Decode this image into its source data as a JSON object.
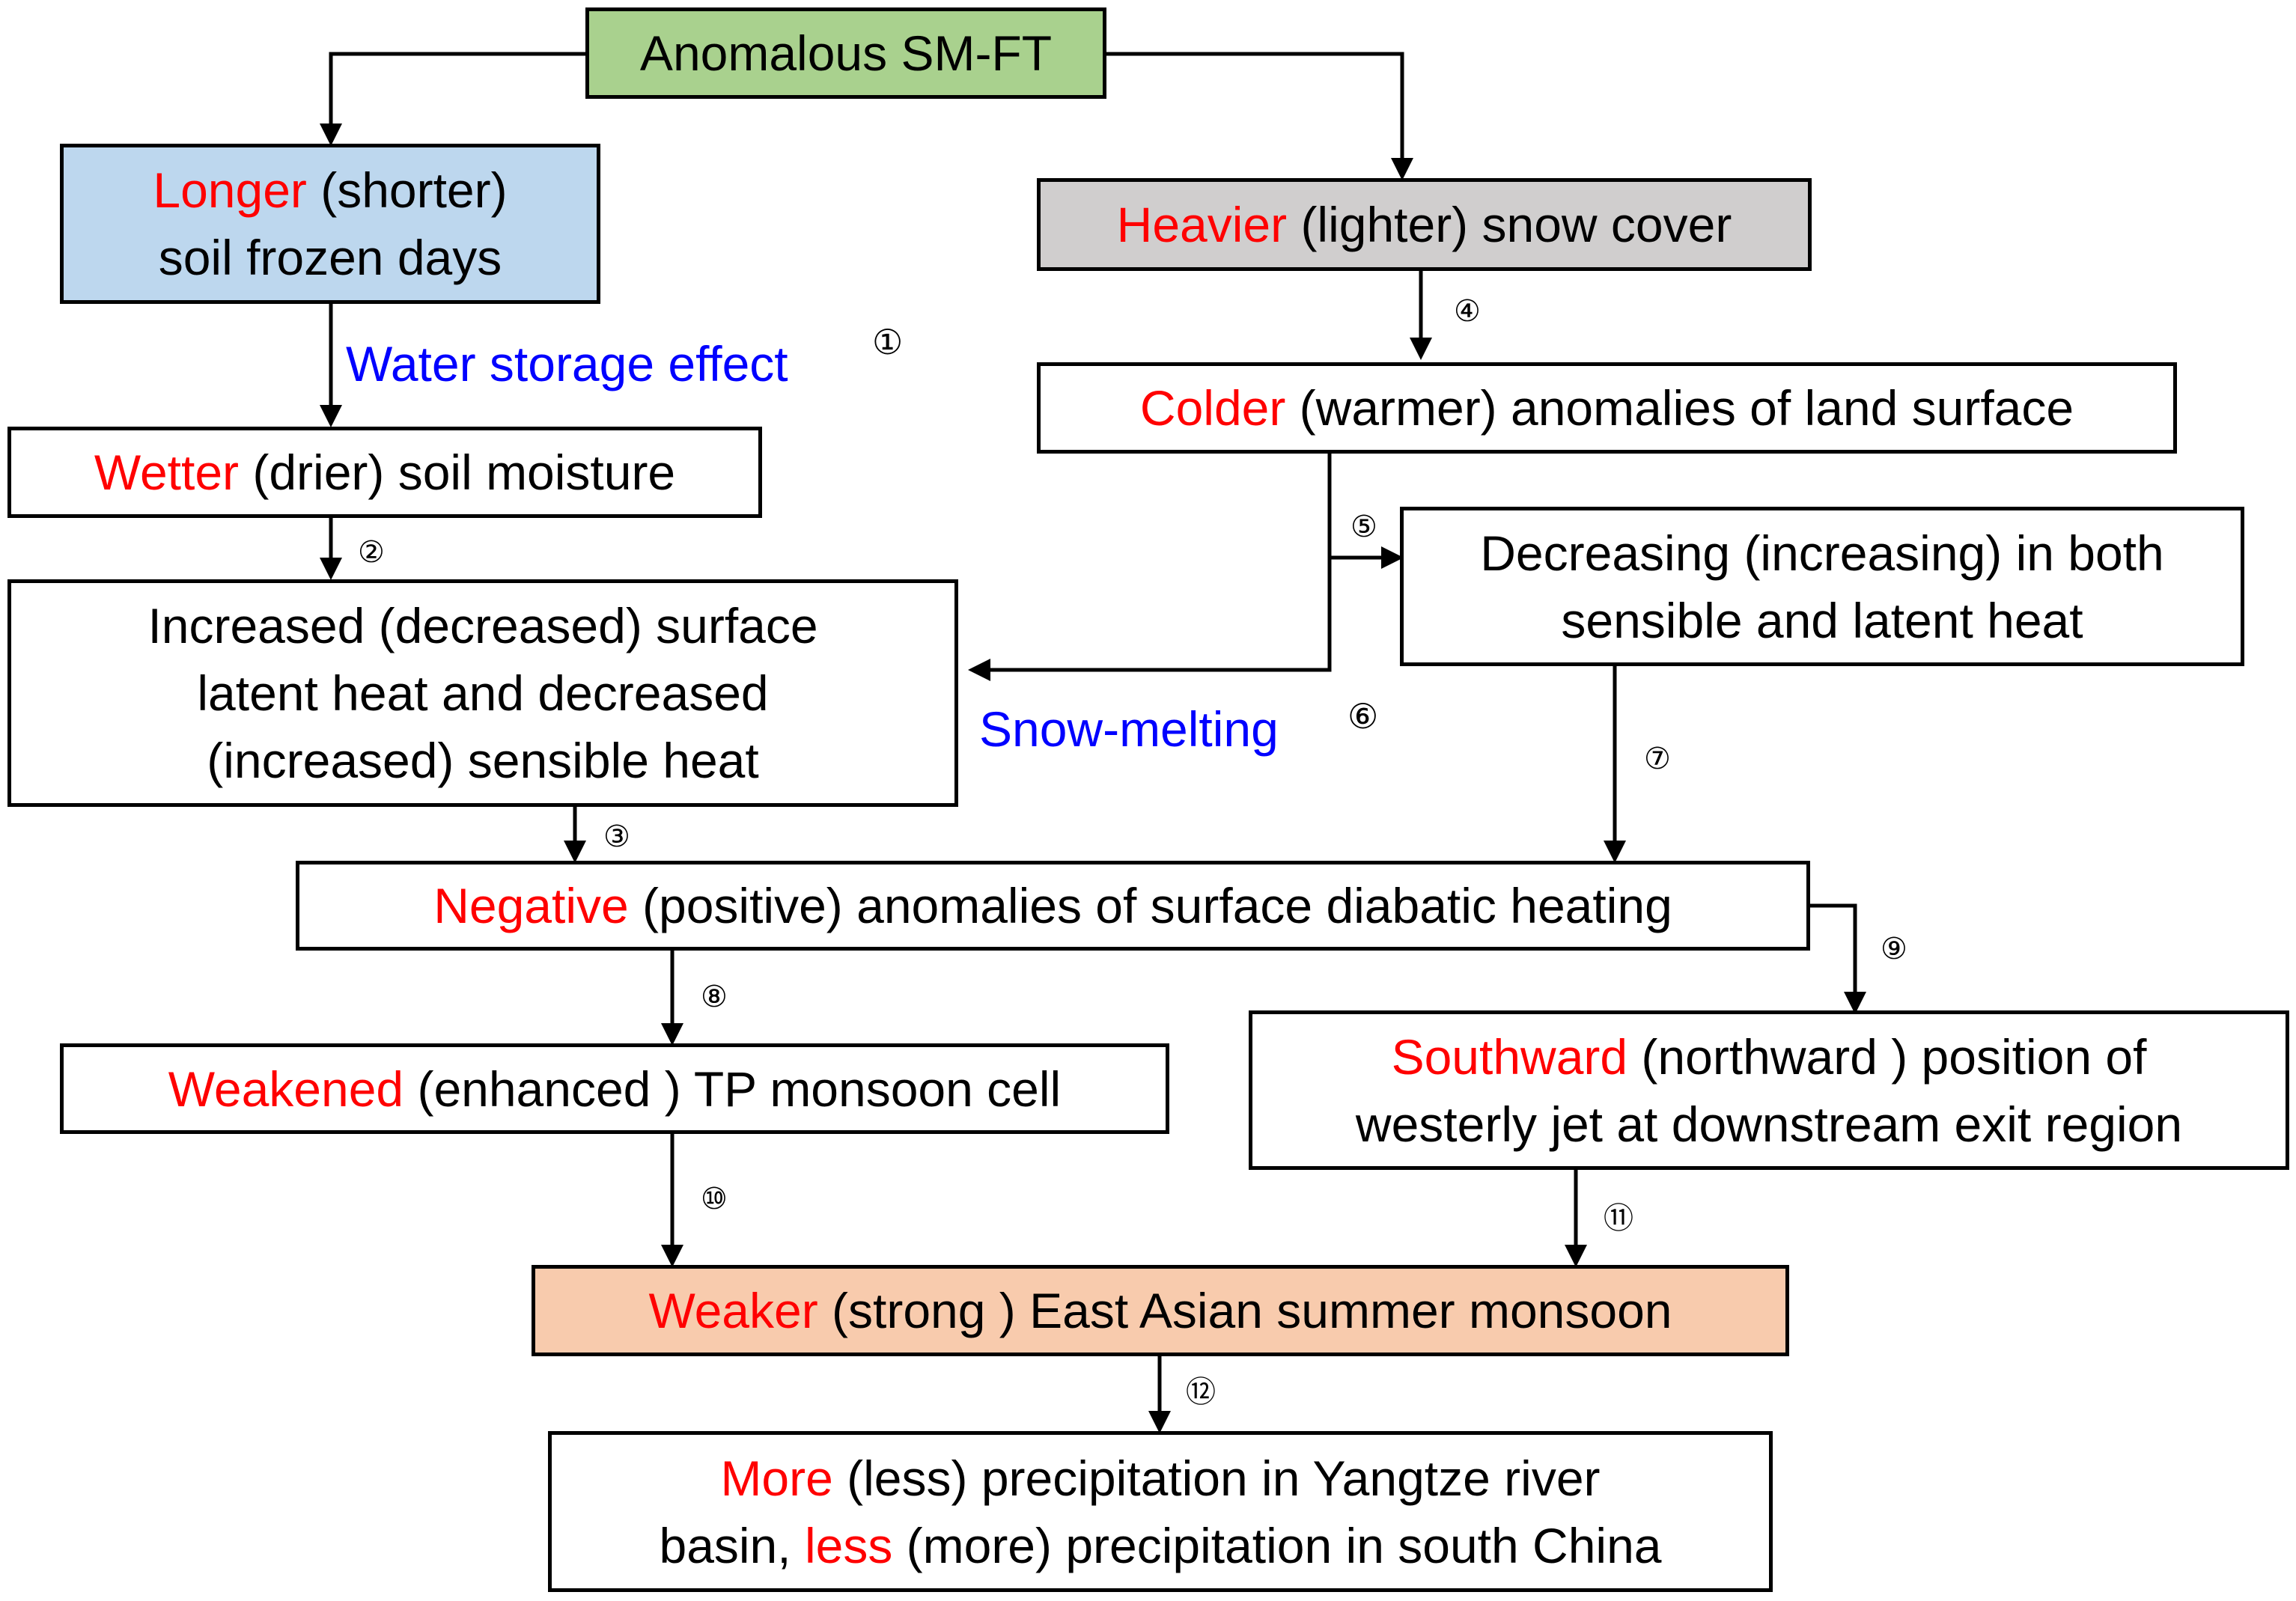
{
  "colors": {
    "accent_red": "#ff0000",
    "effect_blue": "#0000ff",
    "top_box_fill": "#a9d18e",
    "frozen_box_fill": "#bdd7ee",
    "snow_box_fill": "#d0cece",
    "monsoon_box_fill": "#f8cbad"
  },
  "nodes": {
    "anomalous": {
      "text": "Anomalous SM-FT"
    },
    "frozen": {
      "hl": "Longer",
      "rest1": " (shorter)",
      "line2": "soil frozen days"
    },
    "snow": {
      "hl": "Heavier",
      "rest": " (lighter) snow cover"
    },
    "wetter": {
      "hl": "Wetter",
      "rest": " (drier) soil moisture"
    },
    "colder": {
      "hl": "Colder",
      "rest": " (warmer) anomalies of land surface"
    },
    "decreasing": {
      "line1": "Decreasing (increasing) in both",
      "line2": "sensible and latent heat"
    },
    "increased": {
      "line1": "Increased (decreased) surface",
      "line2": "latent heat and decreased",
      "line3": "(increased) sensible heat"
    },
    "negative": {
      "hl": "Negative",
      "rest": " (positive) anomalies of surface diabatic heating"
    },
    "weakened": {
      "hl": "Weakened",
      "rest": "  (enhanced ) TP monsoon cell"
    },
    "southward": {
      "hl": "Southward",
      "rest1": "  (northward ) position of",
      "line2": "westerly jet at downstream exit region"
    },
    "weaker": {
      "hl": "Weaker",
      "rest": "  (strong ) East Asian summer monsoon"
    },
    "precip": {
      "hl1": "More",
      "rest1": "  (less) precipitation in Yangtze river",
      "pre2": "basin, ",
      "hl2": "less",
      "rest2": " (more) precipitation in south China"
    }
  },
  "effects": {
    "water_storage": "Water storage effect",
    "snow_melting": "Snow-melting"
  },
  "step_numbers": [
    "①",
    "②",
    "③",
    "④",
    "⑤",
    "⑥",
    "⑦",
    "⑧",
    "⑨",
    "⑩",
    "⑪",
    "⑫"
  ]
}
